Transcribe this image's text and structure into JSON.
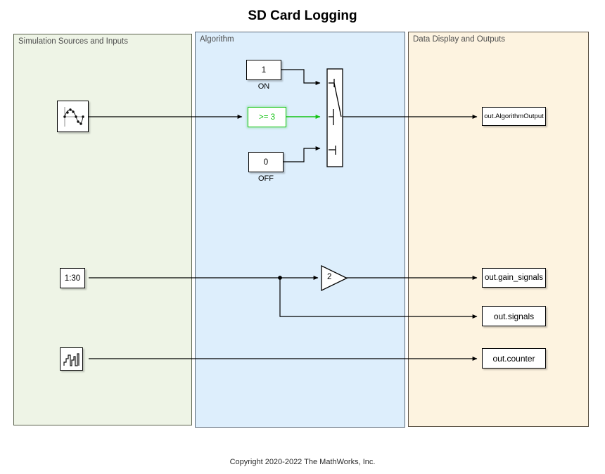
{
  "title": "SD Card Logging",
  "copyright": "Copyright 2020-2022 The MathWorks, Inc.",
  "panels": {
    "sources": {
      "label": "Simulation Sources and Inputs",
      "color": "#eef4e6"
    },
    "algorithm": {
      "label": "Algorithm",
      "color": "#ddeefc"
    },
    "outputs": {
      "label": "Data Display and Outputs",
      "color": "#fdf3e0"
    }
  },
  "colors": {
    "signal": "#000000",
    "highlight_green": "#14c414",
    "block_fill": "#ffffff",
    "block_border": "#000000"
  },
  "blocks": {
    "sine_wave": {
      "name": "sine-wave-source",
      "icon": "sine-wave-icon",
      "label": ""
    },
    "ramp_1_30": {
      "name": "ramp-source",
      "label": "1:30"
    },
    "counter_source": {
      "name": "counter-source",
      "icon": "staircase-icon",
      "label": ""
    },
    "const_on": {
      "name": "constant-on",
      "label": "1",
      "caption": "ON"
    },
    "const_off": {
      "name": "constant-off",
      "label": "0",
      "caption": "OFF"
    },
    "compare": {
      "name": "compare-to-constant",
      "label": ">= 3",
      "highlight": true
    },
    "switch": {
      "name": "switch-block",
      "label": ""
    },
    "gain": {
      "name": "gain-block",
      "label": "2"
    }
  },
  "outports": [
    {
      "name": "outport-algorithm-output",
      "label": "out.AlgorithmOutput"
    },
    {
      "name": "outport-gain-signals",
      "label": "out.gain_signals"
    },
    {
      "name": "outport-signals",
      "label": "out.signals"
    },
    {
      "name": "outport-counter",
      "label": "out.counter"
    }
  ]
}
